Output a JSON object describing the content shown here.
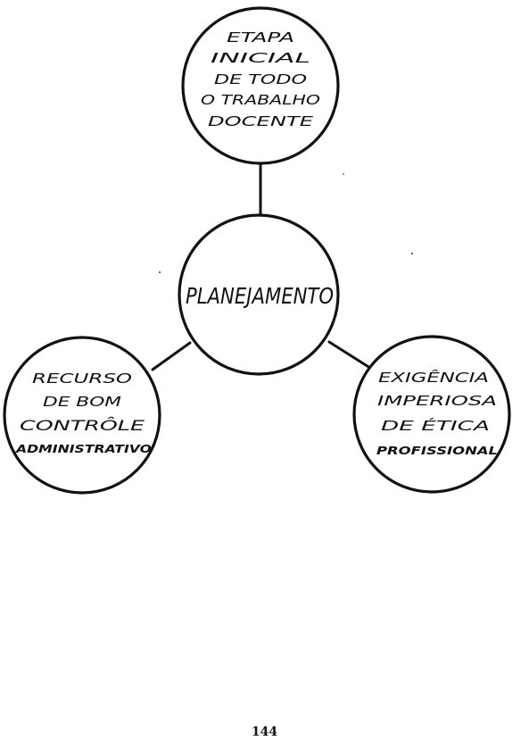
{
  "diagram": {
    "center": {
      "lines": [
        "PLANEJAMENTO"
      ]
    },
    "nodes": [
      {
        "id": "top",
        "lines": [
          "ETAPA",
          "INICIAL",
          "DE TODO",
          "O TRABALHO",
          "DOCENTE"
        ]
      },
      {
        "id": "left",
        "lines": [
          "RECURSO",
          "DE BOM",
          "CONTRÔLE",
          "ADMINISTRATIVO"
        ]
      },
      {
        "id": "right",
        "lines": [
          "EXIGÊNCIA",
          "IMPERIOSA",
          "DE ÉTICA",
          "PROFISSIONAL"
        ]
      }
    ]
  },
  "page": {
    "number": "144"
  }
}
